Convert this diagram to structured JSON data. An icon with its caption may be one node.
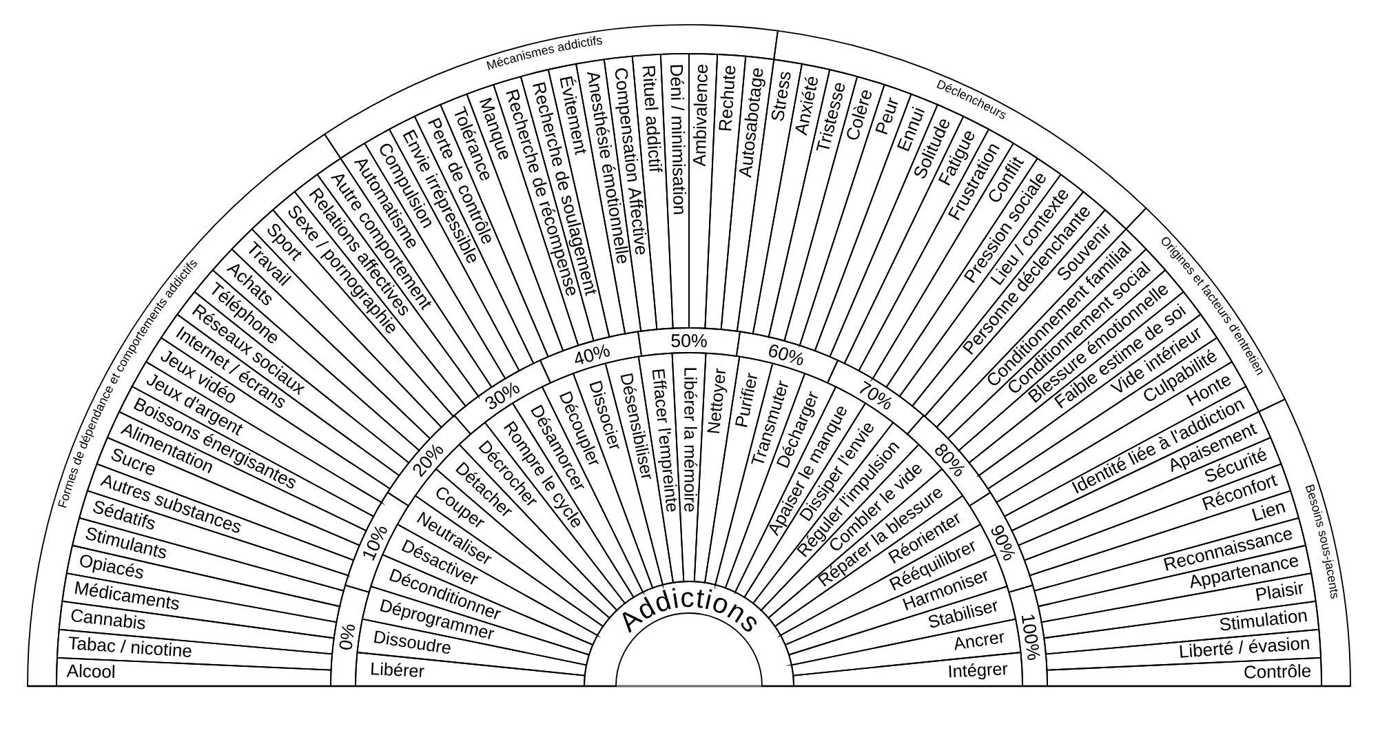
{
  "diagram": {
    "nodes": [
      {
        "text": [
          "Addictions"
        ]
      },
      {
        "text": [
          "Libérer"
        ]
      },
      {
        "text": [
          "Dissoudre"
        ]
      },
      {
        "text": [
          "Déprogrammer"
        ]
      },
      {
        "text": [
          "Déconditionner"
        ]
      },
      {
        "text": [
          "Désactiver"
        ]
      },
      {
        "text": [
          "Neutraliser"
        ]
      },
      {
        "text": [
          "Couper"
        ]
      },
      {
        "text": [
          "Détacher"
        ]
      },
      {
        "text": [
          "Décrocher"
        ]
      },
      {
        "text": [
          "Rompre le cycle"
        ]
      },
      {
        "text": [
          "Désamorcer"
        ]
      },
      {
        "text": [
          "Découpler"
        ]
      },
      {
        "text": [
          "Dissocier"
        ]
      },
      {
        "text": [
          "Désensibiliser"
        ]
      },
      {
        "text": [
          "Effacer l'empreinte"
        ]
      },
      {
        "text": [
          "Libérer la mémoire"
        ]
      },
      {
        "text": [
          "Nettoyer"
        ]
      },
      {
        "text": [
          "Purifier"
        ]
      },
      {
        "text": [
          "Transmuter"
        ]
      },
      {
        "text": [
          "Décharger"
        ]
      },
      {
        "text": [
          "Apaiser le manque"
        ]
      },
      {
        "text": [
          "Dissiper l'envie"
        ]
      },
      {
        "text": [
          "Réguler l'impulsion"
        ]
      },
      {
        "text": [
          "Combler le vide"
        ]
      },
      {
        "text": [
          "Réparer la blessure"
        ]
      },
      {
        "text": [
          "Réorienter"
        ]
      },
      {
        "text": [
          "Rééquilibrer"
        ]
      },
      {
        "text": [
          "Harmoniser"
        ]
      },
      {
        "text": [
          "Stabiliser"
        ]
      },
      {
        "text": [
          "Ancrer"
        ]
      },
      {
        "text": [
          "Intégrer"
        ]
      },
      {
        "text": [
          "0%"
        ]
      },
      {
        "text": [
          "10%"
        ]
      },
      {
        "text": [
          "20%"
        ]
      },
      {
        "text": [
          "30%"
        ]
      },
      {
        "text": [
          "40%"
        ]
      },
      {
        "text": [
          "50%"
        ]
      },
      {
        "text": [
          "60%"
        ]
      },
      {
        "text": [
          "70%"
        ]
      },
      {
        "text": [
          "80%"
        ]
      },
      {
        "text": [
          "90%"
        ]
      },
      {
        "text": [
          "100%"
        ]
      },
      {
        "text": [
          "Formes de dépendance et comportements addictifs"
        ]
      },
      {
        "text": [
          "Alcool"
        ]
      },
      {
        "text": [
          "Tabac / nicotine"
        ]
      },
      {
        "text": [
          "Cannabis"
        ]
      },
      {
        "text": [
          "Médicaments"
        ]
      },
      {
        "text": [
          "Opiacés"
        ]
      },
      {
        "text": [
          "Stimulants"
        ]
      },
      {
        "text": [
          "Sédatifs"
        ]
      },
      {
        "text": [
          "Autres substances"
        ]
      },
      {
        "text": [
          "Sucre"
        ]
      },
      {
        "text": [
          "Alimentation"
        ]
      },
      {
        "text": [
          "Boissons énergisantes"
        ]
      },
      {
        "text": [
          "Jeux d'argent"
        ]
      },
      {
        "text": [
          "Jeux vidéo"
        ]
      },
      {
        "text": [
          "Internet / écrans"
        ]
      },
      {
        "text": [
          "Réseaux sociaux"
        ]
      },
      {
        "text": [
          "Téléphone"
        ]
      },
      {
        "text": [
          "Achats"
        ]
      },
      {
        "text": [
          "Travail"
        ]
      },
      {
        "text": [
          "Sport"
        ]
      },
      {
        "text": [
          "Sexe / pornographie"
        ]
      },
      {
        "text": [
          "Relations affectives"
        ]
      },
      {
        "text": [
          "Autre comportement"
        ]
      },
      {
        "text": [
          "Mécanismes addictifs"
        ]
      },
      {
        "text": [
          "Automatisme"
        ]
      },
      {
        "text": [
          "Compulsion"
        ]
      },
      {
        "text": [
          "Envie irrépressible"
        ]
      },
      {
        "text": [
          "Perte de contrôle"
        ]
      },
      {
        "text": [
          "Tolérance"
        ]
      },
      {
        "text": [
          "Manque"
        ]
      },
      {
        "text": [
          "Recherche de récompense"
        ]
      },
      {
        "text": [
          "Recherche de soulagement"
        ]
      },
      {
        "text": [
          "Évitement"
        ]
      },
      {
        "text": [
          "Anesthésie émotionnelle"
        ]
      },
      {
        "text": [
          "Compensation Affective"
        ]
      },
      {
        "text": [
          "Rituel addictif"
        ]
      },
      {
        "text": [
          "Déni / minimisation"
        ]
      },
      {
        "text": [
          "Ambivalence"
        ]
      },
      {
        "text": [
          "Rechute"
        ]
      },
      {
        "text": [
          "Autosabotage"
        ]
      },
      {
        "text": [
          "Déclencheurs"
        ]
      },
      {
        "text": [
          "Stress"
        ]
      },
      {
        "text": [
          "Anxiété"
        ]
      },
      {
        "text": [
          "Tristesse"
        ]
      },
      {
        "text": [
          "Colère"
        ]
      },
      {
        "text": [
          "Peur"
        ]
      },
      {
        "text": [
          "Ennui"
        ]
      },
      {
        "text": [
          "Solitude"
        ]
      },
      {
        "text": [
          "Fatigue"
        ]
      },
      {
        "text": [
          "Frustration"
        ]
      },
      {
        "text": [
          "Conflit"
        ]
      },
      {
        "text": [
          "Pression sociale"
        ]
      },
      {
        "text": [
          "Lieu / contexte"
        ]
      },
      {
        "text": [
          "Personne déclenchante"
        ]
      },
      {
        "text": [
          "Souvenir"
        ]
      },
      {
        "text": [
          "Origines et facteurs d'entretien"
        ]
      },
      {
        "text": [
          "Conditionnement familial"
        ]
      },
      {
        "text": [
          "Conditionnement social"
        ]
      },
      {
        "text": [
          "Blessure émotionnelle"
        ]
      },
      {
        "text": [
          "Faible estime de soi"
        ]
      },
      {
        "text": [
          "Vide intérieur"
        ]
      },
      {
        "text": [
          "Culpabilité"
        ]
      },
      {
        "text": [
          "Honte"
        ]
      },
      {
        "text": [
          "Identité liée à l'addiction"
        ]
      },
      {
        "text": [
          "Besoins sous-jacents"
        ]
      },
      {
        "text": [
          "Apaisement"
        ]
      },
      {
        "text": [
          "Sécurité"
        ]
      },
      {
        "text": [
          "Réconfort"
        ]
      },
      {
        "text": [
          "Lien"
        ]
      },
      {
        "text": [
          "Reconnaissance"
        ]
      },
      {
        "text": [
          "Appartenance"
        ]
      },
      {
        "text": [
          "Plaisir"
        ]
      },
      {
        "text": [
          "Stimulation"
        ]
      },
      {
        "text": [
          "Liberté / évasion"
        ]
      },
      {
        "text": [
          "Contrôle"
        ]
      }
    ]
  }
}
